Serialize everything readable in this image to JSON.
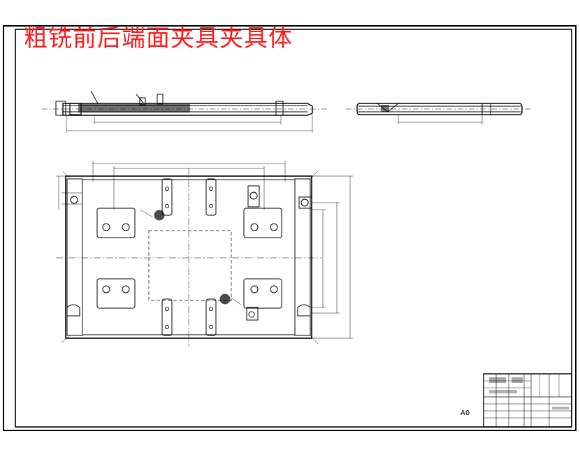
{
  "drawing": {
    "title": "粗铣前后端面夹具夹具体",
    "sheet_size": "A0"
  },
  "colors": {
    "line": "#000000",
    "title": "#ff1a1a",
    "background": "#ffffff"
  },
  "views": [
    "front-view",
    "side-view",
    "top-view"
  ],
  "icons": [
    "threaded-hole-icon",
    "locating-pin-icon"
  ]
}
